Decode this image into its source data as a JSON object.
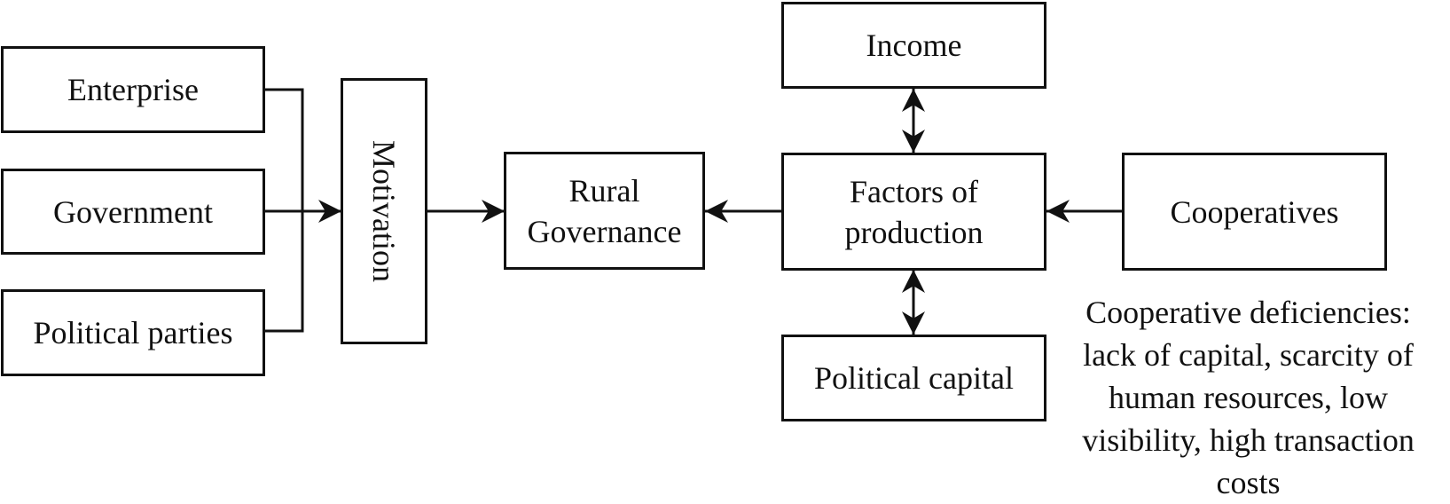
{
  "diagram": {
    "type": "flowchart",
    "nodes": {
      "enterprise": "Enterprise",
      "government": "Government",
      "political_parties": "Political parties",
      "motivation": "Motivation",
      "rural_governance_line1": "Rural",
      "rural_governance_line2": "Governance",
      "income": "Income",
      "factors_line1": "Factors of",
      "factors_line2": "production",
      "political_capital": "Political capital",
      "cooperatives": "Cooperatives"
    },
    "note": {
      "line1": "Cooperative deficiencies:",
      "line2": "lack of capital, scarcity of",
      "line3": "human resources, low",
      "line4": "visibility, high transaction",
      "line5": "costs"
    },
    "edges": [
      {
        "from": "Enterprise",
        "to": "Motivation"
      },
      {
        "from": "Government",
        "to": "Motivation"
      },
      {
        "from": "Political parties",
        "to": "Motivation"
      },
      {
        "from": "Motivation",
        "to": "Rural Governance"
      },
      {
        "from": "Factors of production",
        "to": "Rural Governance"
      },
      {
        "from": "Cooperatives",
        "to": "Factors of production"
      },
      {
        "from": "Income",
        "to": "Factors of production",
        "bidirectional": true
      },
      {
        "from": "Political capital",
        "to": "Factors of production",
        "bidirectional": true
      }
    ],
    "colors": {
      "stroke": "#111111",
      "background": "#ffffff"
    }
  }
}
